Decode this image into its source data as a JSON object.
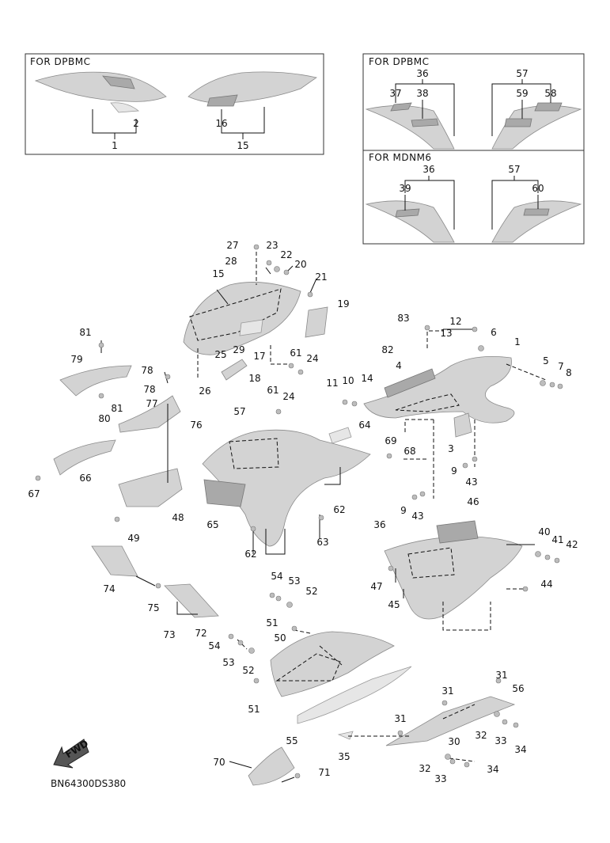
{
  "insets": {
    "top_left": {
      "title": "FOR DPBMC",
      "labels": [
        "2",
        "1",
        "16",
        "15"
      ]
    },
    "top_right_upper": {
      "title": "FOR DPBMC",
      "labels": [
        "36",
        "57",
        "37",
        "38",
        "59",
        "58"
      ]
    },
    "top_right_lower": {
      "title": "FOR MDNM6",
      "labels": [
        "36",
        "57",
        "39",
        "60"
      ]
    }
  },
  "callouts": {
    "c27": "27",
    "c23": "23",
    "c22": "22",
    "c28": "28",
    "c20": "20",
    "c15": "15",
    "c21": "21",
    "c19": "19",
    "c29": "29",
    "c25": "25",
    "c26": "26",
    "c17": "17",
    "c61a": "61",
    "c24a": "24",
    "c18": "18",
    "c61b": "61",
    "c24b": "24",
    "c83": "83",
    "c12": "12",
    "c13": "13",
    "c6": "6",
    "c1": "1",
    "c82": "82",
    "c4": "4",
    "c5": "5",
    "c7": "7",
    "c8": "8",
    "c11": "11",
    "c10": "10",
    "c14": "14",
    "c3": "3",
    "c69": "69",
    "c68": "68",
    "c9a": "9",
    "c43a": "43",
    "c9b": "9",
    "c43b": "43",
    "c81a": "81",
    "c79": "79",
    "c80": "80",
    "c81b": "81",
    "c78a": "78",
    "c78b": "78",
    "c77": "77",
    "c76": "76",
    "c57": "57",
    "c64": "64",
    "c66": "66",
    "c67": "67",
    "c65": "65",
    "c62a": "62",
    "c48": "48",
    "c49": "49",
    "c62b": "62",
    "c63": "63",
    "c46": "46",
    "c36": "36",
    "c40": "40",
    "c41": "41",
    "c42": "42",
    "c47": "47",
    "c45": "45",
    "c44": "44",
    "c74": "74",
    "c75": "75",
    "c73": "73",
    "c72": "72",
    "c54a": "54",
    "c53a": "53",
    "c52a": "52",
    "c51a": "51",
    "c50": "50",
    "c54b": "54",
    "c53b": "53",
    "c52b": "52",
    "c51b": "51",
    "c55": "55",
    "c31a": "31",
    "c56": "56",
    "c31b": "31",
    "c31c": "31",
    "c30": "30",
    "c32a": "32",
    "c33a": "33",
    "c34a": "34",
    "c35": "35",
    "c32b": "32",
    "c33b": "33",
    "c34b": "34",
    "c70": "70",
    "c71": "71"
  },
  "fwd_label": "FWD",
  "drawing_code": "BN64300DS380",
  "colors": {
    "part_fill": "#d3d3d3",
    "part_dark": "#a9a9a9",
    "line": "#111111"
  }
}
